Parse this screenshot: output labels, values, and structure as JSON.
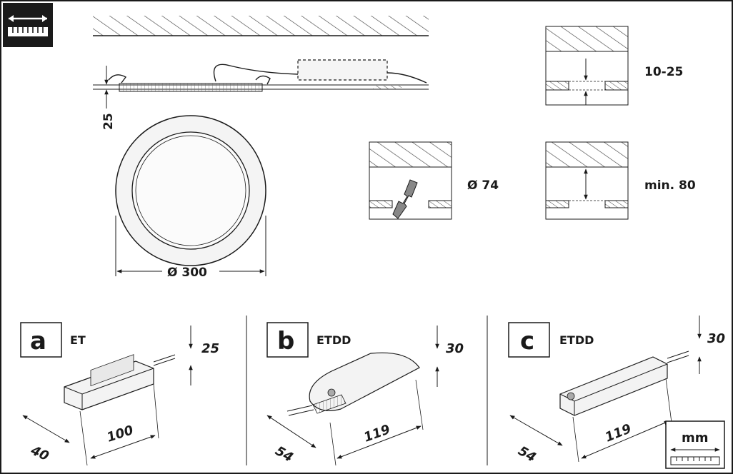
{
  "labels": {
    "height_25": "25",
    "diameter_300": "Ø 300",
    "cutout_74": "Ø 74",
    "thickness_range": "10-25",
    "min_depth": "min. 80",
    "unit": "mm"
  },
  "drivers": [
    {
      "letter": "a",
      "type": "ET",
      "height": "25",
      "length": "100",
      "width": "40"
    },
    {
      "letter": "b",
      "type": "ETDD",
      "height": "30",
      "length": "119",
      "width": "54"
    },
    {
      "letter": "c",
      "type": "ETDD",
      "height": "30",
      "length": "119",
      "width": "54"
    }
  ],
  "colors": {
    "ink": "#1a1a1a",
    "hatch": "#555555",
    "fill_light": "#f2f2f2"
  }
}
